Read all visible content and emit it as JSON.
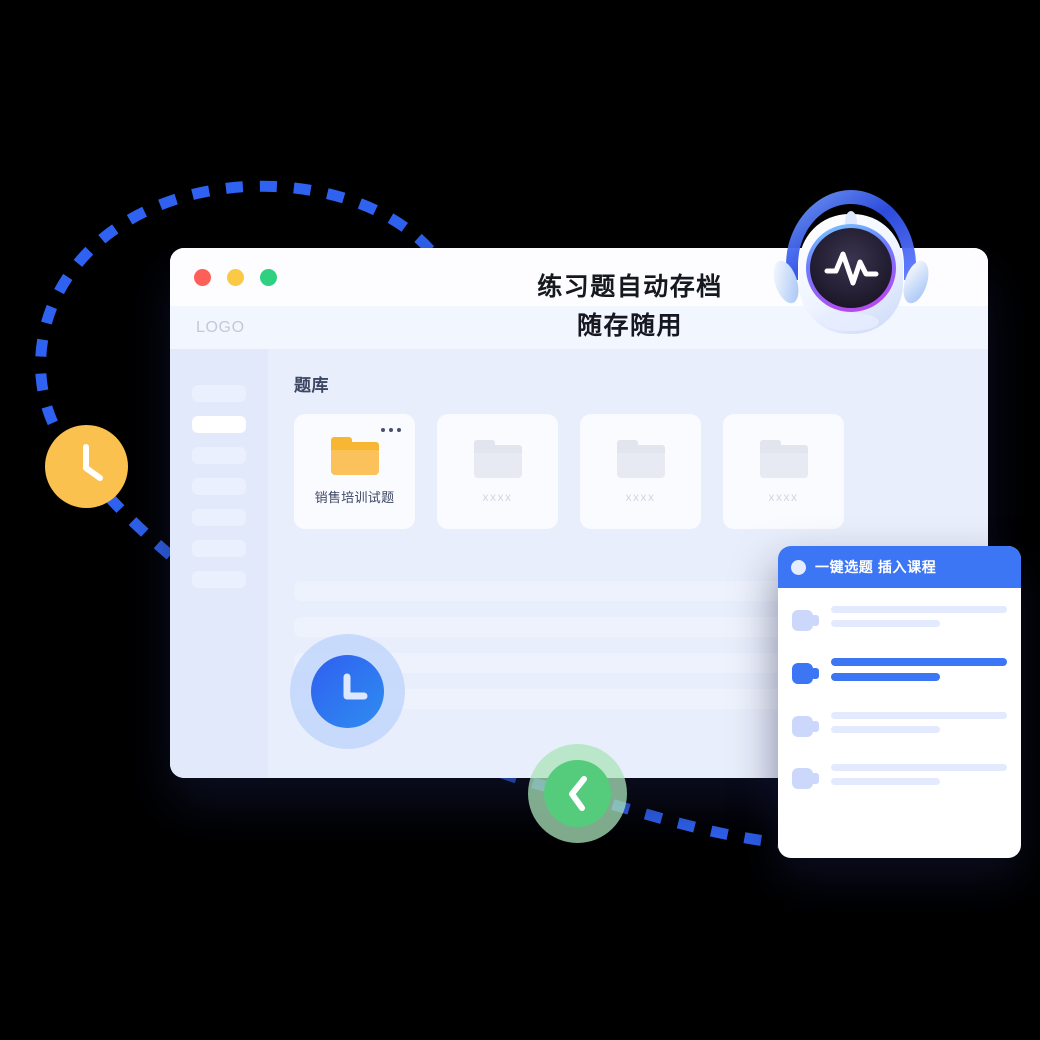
{
  "window": {
    "traffic_lights": [
      "close-red",
      "minimize-yellow",
      "maximize-green"
    ],
    "logo_text": "LOGO",
    "headline_line1": "练习题自动存档",
    "headline_line2": "随存随用",
    "section_title": "题库",
    "sidebar_items": [
      {
        "label": "",
        "active": false
      },
      {
        "label": "",
        "active": true
      },
      {
        "label": "",
        "active": false
      },
      {
        "label": "",
        "active": false
      },
      {
        "label": "",
        "active": false
      },
      {
        "label": "",
        "active": false
      },
      {
        "label": "",
        "active": false
      }
    ],
    "cards": [
      {
        "label": "销售培训试题",
        "color": "orange",
        "menu": true
      },
      {
        "label": "xxxx",
        "color": "grey",
        "menu": false
      },
      {
        "label": "xxxx",
        "color": "grey",
        "menu": false
      },
      {
        "label": "xxxx",
        "color": "grey",
        "menu": false
      }
    ],
    "content_rows": [
      "",
      "",
      "",
      ""
    ]
  },
  "panel": {
    "title": "一键选题 插入课程",
    "items": [
      {
        "active": false
      },
      {
        "active": true
      },
      {
        "active": false
      },
      {
        "active": false
      }
    ]
  },
  "badges": {
    "yellow_clock": "clock-icon",
    "blue_clock": "clock-icon",
    "green_clock": "clock-icon"
  },
  "mascot": {
    "name": "ai-robot-mascot",
    "face_glyph": "waveform-pulse"
  },
  "colors": {
    "accent_blue": "#3c76f5",
    "window_bg": "#e9eefc",
    "sidebar_bg": "#e2e9fa",
    "card_bg": "#fafbff",
    "folder_orange": "#f7b733",
    "badge_yellow": "#fbc14f",
    "badge_green": "#54cc7c",
    "dotted_path": "#2f62f0",
    "title_text": "#1b1f2e"
  },
  "headline_colors": {
    "text": "#16181f"
  }
}
